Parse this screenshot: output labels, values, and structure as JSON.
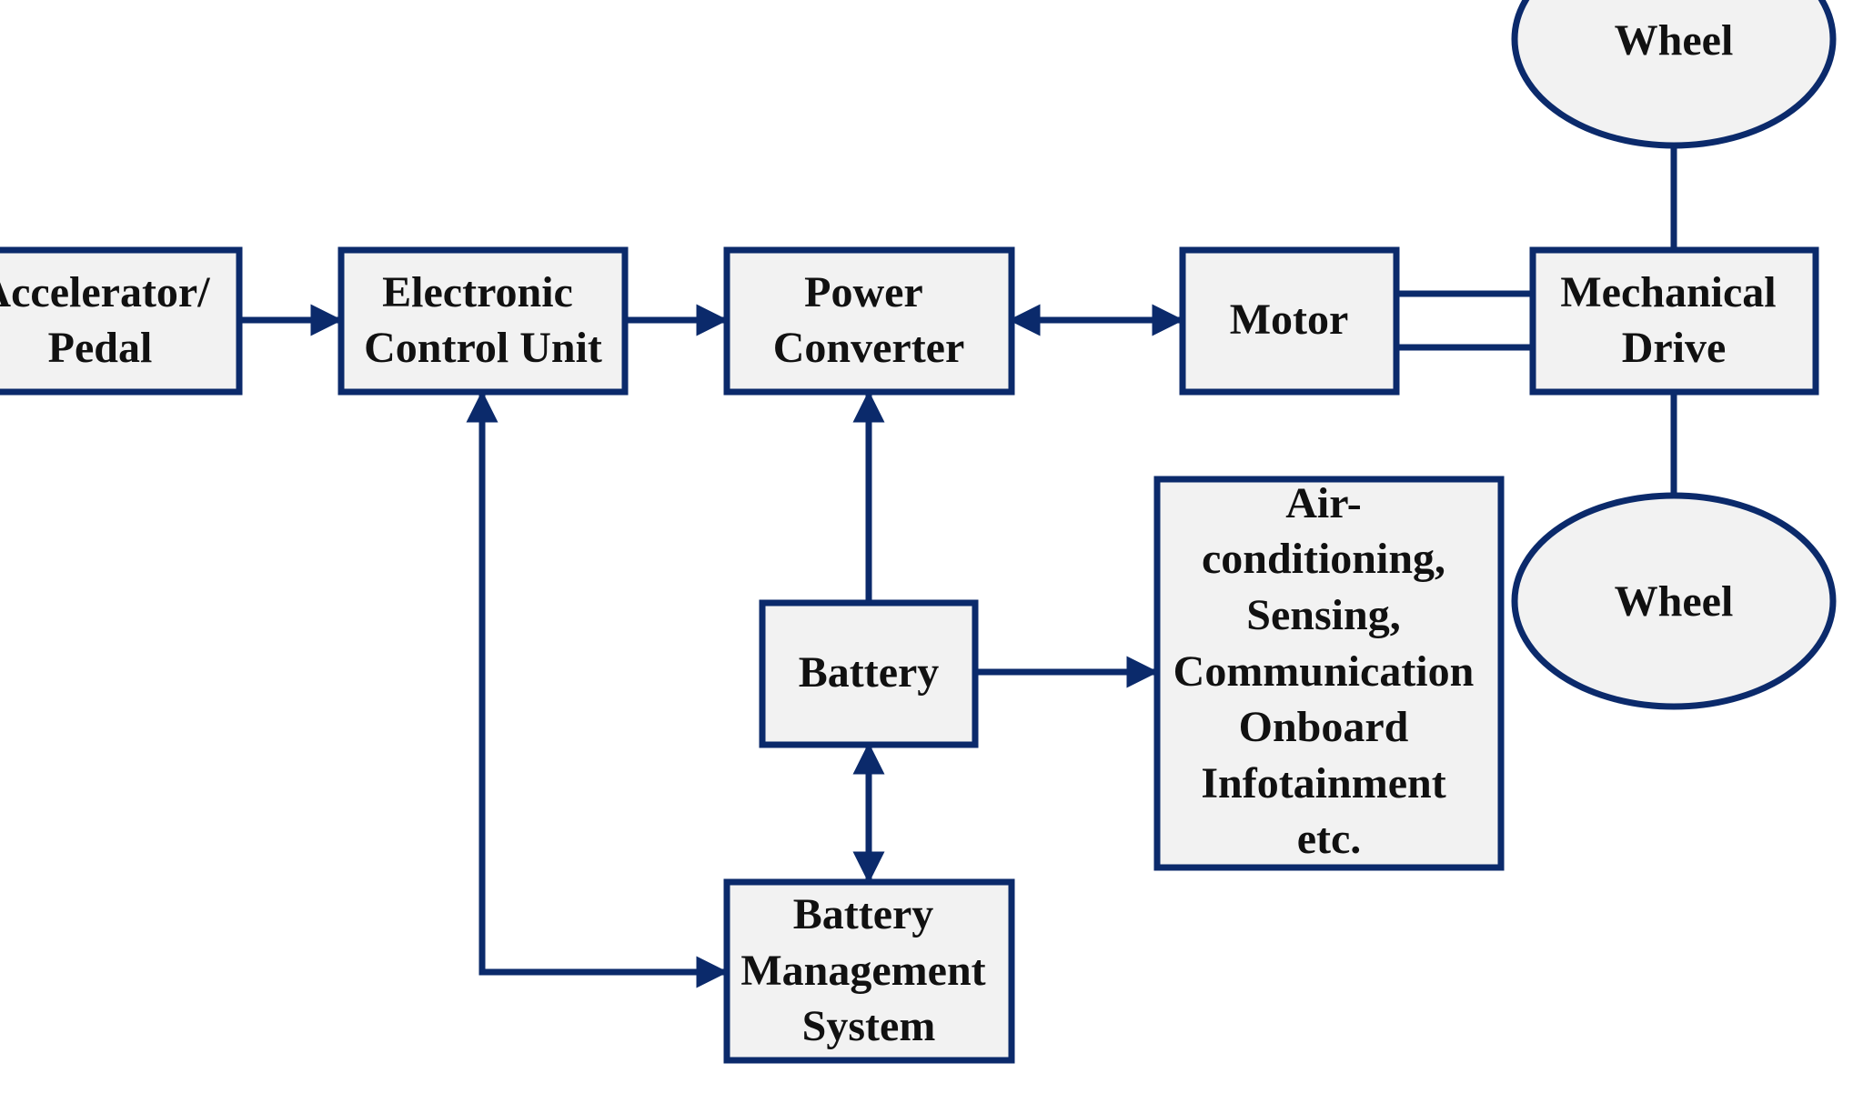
{
  "diagram": {
    "nodes": {
      "accelerator": {
        "lines": [
          "Accelerator/",
          "Pedal"
        ],
        "shape": "rect"
      },
      "ecu": {
        "lines": [
          "Electronic",
          "Control Unit"
        ],
        "shape": "rect"
      },
      "power_converter": {
        "lines": [
          "Power",
          "Converter"
        ],
        "shape": "rect"
      },
      "motor": {
        "lines": [
          "Motor"
        ],
        "shape": "rect"
      },
      "mechanical_drive": {
        "lines": [
          "Mechanical",
          "Drive"
        ],
        "shape": "rect"
      },
      "wheel_top": {
        "lines": [
          "Wheel"
        ],
        "shape": "ellipse"
      },
      "wheel_bottom": {
        "lines": [
          "Wheel"
        ],
        "shape": "ellipse"
      },
      "battery": {
        "lines": [
          "Battery"
        ],
        "shape": "rect"
      },
      "auxiliary": {
        "lines": [
          "Air-",
          "conditioning,",
          "Sensing,",
          "Communication",
          "Onboard",
          "Infotainment",
          "etc."
        ],
        "shape": "rect"
      },
      "bms": {
        "lines": [
          "Battery",
          "Management",
          "System"
        ],
        "shape": "rect"
      }
    },
    "edges": [
      {
        "from": "accelerator",
        "to": "ecu",
        "direction": "forward"
      },
      {
        "from": "ecu",
        "to": "power_converter",
        "direction": "forward"
      },
      {
        "from": "power_converter",
        "to": "motor",
        "direction": "both"
      },
      {
        "from": "motor",
        "to": "mechanical_drive",
        "direction": "none",
        "style": "double-shaft"
      },
      {
        "from": "mechanical_drive",
        "to": "wheel_top",
        "direction": "none"
      },
      {
        "from": "mechanical_drive",
        "to": "wheel_bottom",
        "direction": "none"
      },
      {
        "from": "battery",
        "to": "power_converter",
        "direction": "forward"
      },
      {
        "from": "battery",
        "to": "auxiliary",
        "direction": "forward"
      },
      {
        "from": "battery",
        "to": "bms",
        "direction": "both"
      },
      {
        "from": "bms",
        "to": "ecu",
        "direction": "both"
      }
    ],
    "colors": {
      "stroke": "#0b2a6b",
      "box_fill": "#f2f2f2",
      "text": "#111111"
    }
  }
}
